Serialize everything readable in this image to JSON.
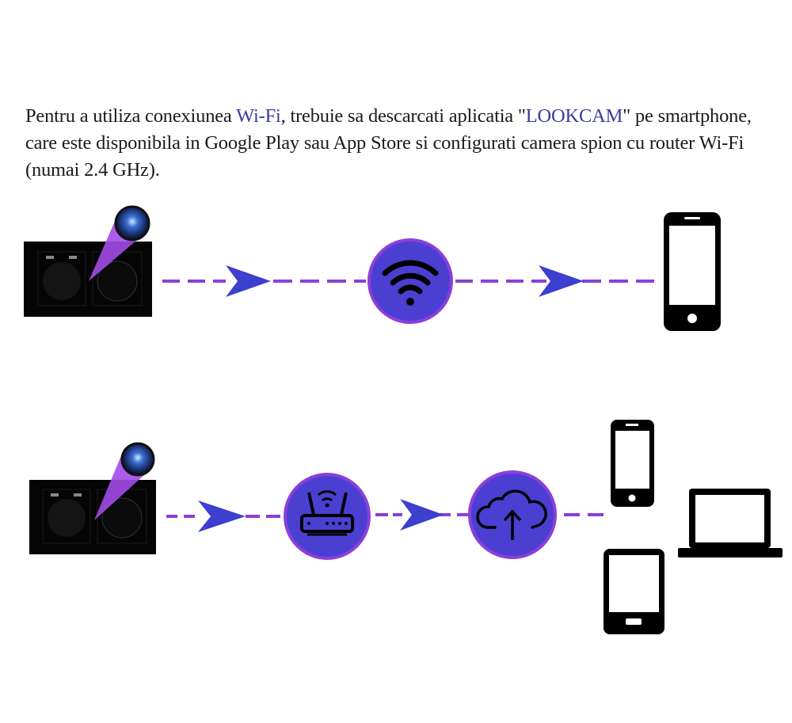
{
  "intro": {
    "part1": "Pentru a utiliza conexiunea ",
    "wifi_highlight": "Wi-Fi",
    "part2": ", trebuie sa descarcati aplicatia \"",
    "app_highlight": "LOOKCAM",
    "part3": "\" pe smartphone, care este disponibila in Google Play sau App Store si configurati camera spion cu router Wi-Fi (numai 2.4 GHz)."
  },
  "colors": {
    "dash": "#8b3fd8",
    "arrow": "#3d3fcf",
    "circle_fill": "#4b3fd2",
    "circle_border": "#8b3fd8",
    "beam": "#a24be8"
  },
  "rows": [
    {
      "name": "direct-connection",
      "steps": [
        "camera-socket",
        "wifi-icon",
        "smartphone-icon"
      ]
    },
    {
      "name": "router-connection",
      "steps": [
        "camera-socket",
        "router-icon",
        "cloud-upload-icon",
        "smartphone-icon",
        "laptop-icon",
        "tablet-icon"
      ]
    }
  ]
}
